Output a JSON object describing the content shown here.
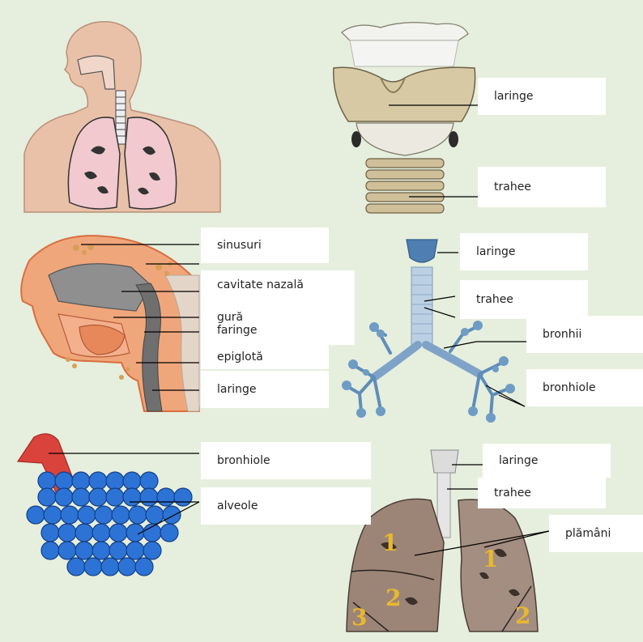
{
  "colors": {
    "background": "#e6eedd",
    "skin": "#e9c1a9",
    "lung_pink": "#f1c9cf",
    "cartilage": "#cfc09a",
    "alveoli_blue": "#2d73d6",
    "bronchiole_red": "#d9433c",
    "lung_brown": "#9c8577",
    "tree_blue": "#6e9cc4",
    "number_yellow": "#e8b82f"
  },
  "panels": {
    "larynx_front": {
      "labels": [
        "laringe",
        "trahee"
      ]
    },
    "head_section": {
      "labels": [
        "sinusuri",
        "cavitate nazală",
        "gură",
        "faringe",
        "epiglotă",
        "laringe"
      ]
    },
    "bronchial_tree": {
      "labels": [
        "laringe",
        "trahee",
        "bronhii",
        "bronhiole"
      ]
    },
    "alveoli": {
      "labels": [
        "bronhiole",
        "alveole"
      ]
    },
    "lungs": {
      "labels": [
        "laringe",
        "trahee",
        "plămâni"
      ],
      "lobe_numbers": [
        "1",
        "2",
        "3",
        "1",
        "2"
      ]
    }
  }
}
